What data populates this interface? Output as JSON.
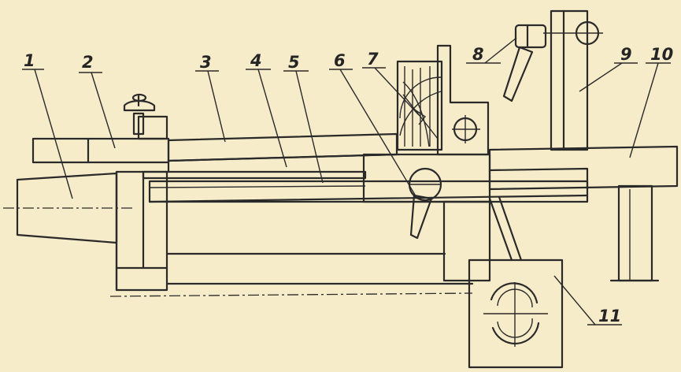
{
  "diagram": {
    "callouts": [
      {
        "id": "c1",
        "label": "1"
      },
      {
        "id": "c2",
        "label": "2"
      },
      {
        "id": "c3",
        "label": "3"
      },
      {
        "id": "c4",
        "label": "4"
      },
      {
        "id": "c5",
        "label": "5"
      },
      {
        "id": "c6",
        "label": "6"
      },
      {
        "id": "c7",
        "label": "7"
      },
      {
        "id": "c8",
        "label": "8"
      },
      {
        "id": "c9",
        "label": "9"
      },
      {
        "id": "c10",
        "label": "10"
      },
      {
        "id": "c11",
        "label": "11"
      }
    ],
    "colors": {
      "paper": "#f6ecc9",
      "ink": "#2b2a2a"
    }
  }
}
